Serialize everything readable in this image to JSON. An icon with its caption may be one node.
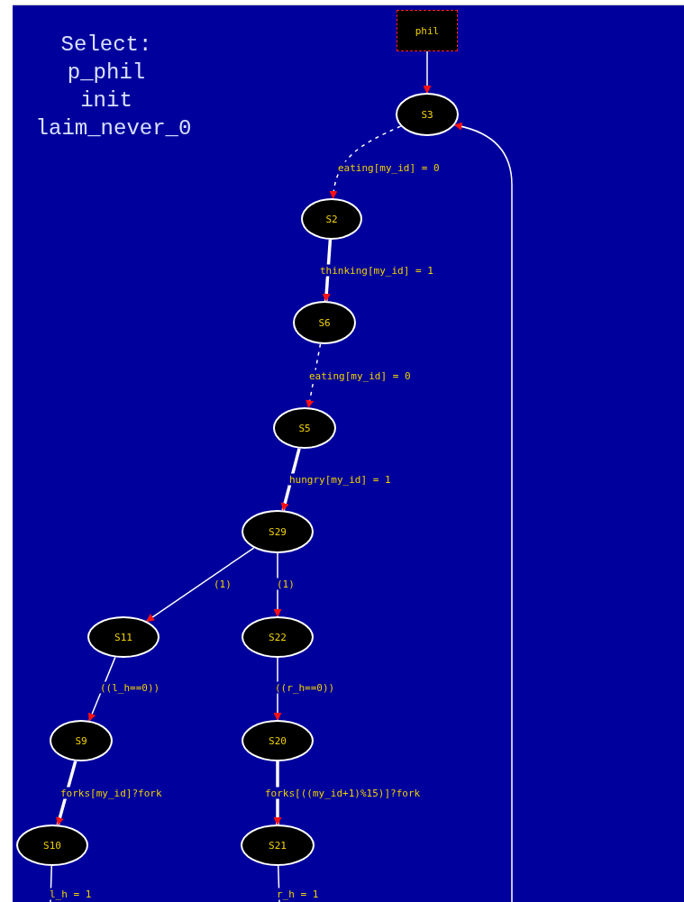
{
  "diagram": {
    "nodes": [
      {
        "text": [
          "phil"
        ]
      },
      {
        "text": [
          "S3"
        ]
      },
      {
        "text": [
          "S2"
        ]
      },
      {
        "text": [
          "S6"
        ]
      },
      {
        "text": [
          "S5"
        ]
      },
      {
        "text": [
          "S29"
        ]
      },
      {
        "text": [
          "S11"
        ]
      },
      {
        "text": [
          "S22"
        ]
      },
      {
        "text": [
          "S9"
        ]
      },
      {
        "text": [
          "S20"
        ]
      },
      {
        "text": [
          "S10"
        ]
      },
      {
        "text": [
          "S21"
        ]
      }
    ],
    "edges": [
      {
        "from": 0,
        "to": 1,
        "arrow": "to"
      },
      {
        "from": 1,
        "to": 2,
        "arrow": "to",
        "label": "eating[my_id] = 0",
        "style": "dashed"
      },
      {
        "from": 2,
        "to": 3,
        "arrow": "to",
        "label": "thinking[my_id] = 1",
        "style": "thick"
      },
      {
        "from": 3,
        "to": 4,
        "arrow": "to",
        "label": "eating[my_id] = 0",
        "style": "dashed"
      },
      {
        "from": 4,
        "to": 5,
        "arrow": "to",
        "label": "hungry[my_id] = 1",
        "style": "thick"
      },
      {
        "from": 5,
        "to": 6,
        "arrow": "to",
        "label": "(1)"
      },
      {
        "from": 5,
        "to": 7,
        "arrow": "to",
        "label": "(1)"
      },
      {
        "from": 6,
        "to": 8,
        "arrow": "to",
        "label": "((l_h==0))"
      },
      {
        "from": 7,
        "to": 9,
        "arrow": "to",
        "label": "((r_h==0))"
      },
      {
        "from": 8,
        "to": 10,
        "arrow": "to",
        "label": "forks[my_id]?fork",
        "style": "thick"
      },
      {
        "from": 9,
        "to": 11,
        "arrow": "to",
        "label": "forks[((my_id+1)%15)]?fork",
        "style": "thick"
      },
      {
        "from": 10,
        "to": null,
        "arrow": "none",
        "label": "l_h = 1"
      },
      {
        "from": 11,
        "to": null,
        "arrow": "none",
        "label": "r_h = 1"
      },
      {
        "from": null,
        "to": 1,
        "arrow": "to"
      }
    ],
    "labels": [
      "Select:",
      "p_phil",
      "init",
      "laim_never_0"
    ]
  }
}
